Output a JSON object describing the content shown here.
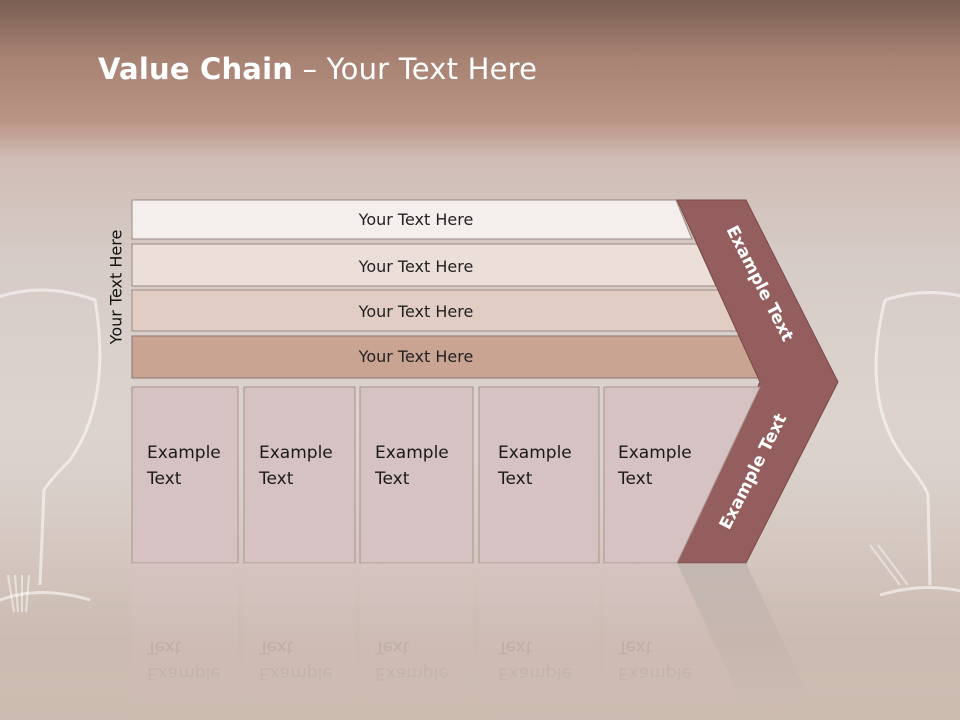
{
  "title": {
    "bold": "Value Chain",
    "rest": " – Your Text Here"
  },
  "side_label": "Your Text Here",
  "bars": [
    {
      "label": "Your Text Here"
    },
    {
      "label": "Your Text Here"
    },
    {
      "label": "Your Text Here"
    },
    {
      "label": "Your Text Here"
    }
  ],
  "boxes": [
    {
      "line1": "Example",
      "line2": "Text"
    },
    {
      "line1": "Example",
      "line2": "Text"
    },
    {
      "line1": "Example",
      "line2": "Text"
    },
    {
      "line1": "Example",
      "line2": "Text"
    },
    {
      "line1": "Example",
      "line2": "Text"
    }
  ],
  "chevron": {
    "upper_label": "Example Text",
    "lower_label": "Example Text"
  },
  "colors": {
    "bar_fills": [
      "#f4eeec",
      "#ecdfda",
      "#e1cdc4",
      "#c9a493"
    ],
    "box_fill": "#d6c2c2",
    "chevron_fill": "#955e5e",
    "title_text": "#ffffff"
  }
}
